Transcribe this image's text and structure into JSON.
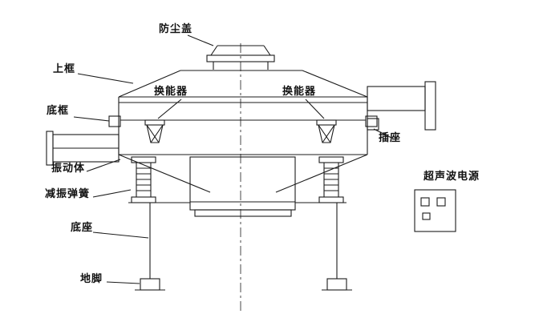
{
  "diagram": {
    "labels": {
      "dust_cover": "防尘盖",
      "upper_frame": "上框",
      "transducer_left": "换能器",
      "transducer_right": "换能器",
      "bottom_frame": "底框",
      "socket": "插座",
      "vibrating_body": "振动体",
      "damping_spring": "减振弹簧",
      "base": "底座",
      "foot": "地脚",
      "ultrasonic_power": "超声波电源"
    },
    "colors": {
      "line": "#1b1b1b",
      "background": "#ffffff"
    }
  }
}
